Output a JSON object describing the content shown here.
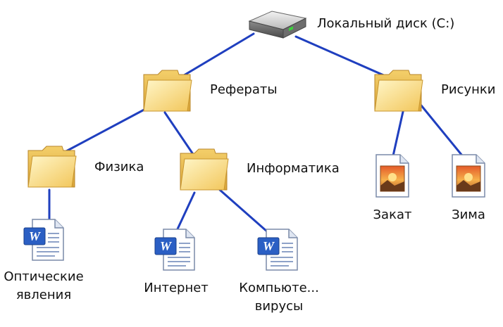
{
  "tree": {
    "root": {
      "label": "Локальный диск (C:)",
      "icon": "hard-drive-icon"
    },
    "referaty": {
      "label": "Рефераты",
      "icon": "folder-icon"
    },
    "risunki": {
      "label": "Рисунки",
      "icon": "folder-icon"
    },
    "fizika": {
      "label": "Физика",
      "icon": "folder-icon"
    },
    "informatika": {
      "label": "Информатика",
      "icon": "folder-icon"
    },
    "opticheskie": {
      "label_line1": "Оптические",
      "label_line2": "явления",
      "icon": "word-document-icon"
    },
    "internet": {
      "label": "Интернет",
      "icon": "word-document-icon"
    },
    "kompyuter": {
      "label_line1": "Компьюте...",
      "label_line2": "вирусы",
      "icon": "word-document-icon"
    },
    "zakat": {
      "label": "Закат",
      "icon": "image-file-icon"
    },
    "zima": {
      "label": "Зима",
      "icon": "image-file-icon"
    }
  },
  "colors": {
    "connector": "#1f3fbf",
    "folder_light": "#fde9a0",
    "folder_dark": "#e8b84a",
    "word_blue": "#2b5fc4"
  }
}
